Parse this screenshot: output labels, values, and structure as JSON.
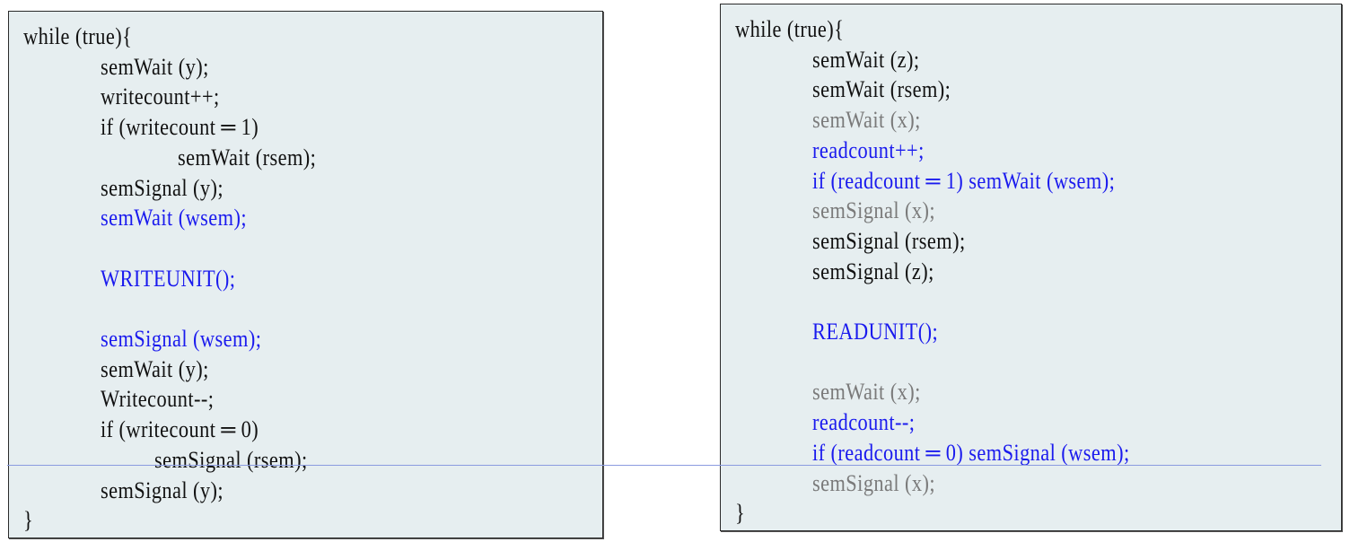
{
  "colors": {
    "box_background": "#e6eef0",
    "border": "#2a2a2a",
    "default_text": "#111111",
    "highlight_blue": "#1a1aee",
    "muted_gray": "#7a7a7a",
    "overlay_line": "#8a9be0"
  },
  "writer": {
    "title": "writer-process",
    "lines": [
      {
        "text": "while (true){",
        "indent": 0,
        "color": "black"
      },
      {
        "text": "semWait (y);",
        "indent": 1,
        "color": "black"
      },
      {
        "text": "writecount++;",
        "indent": 1,
        "color": "black"
      },
      {
        "text": "if (writecount == 1)",
        "indent": 1,
        "color": "black"
      },
      {
        "text": "semWait (rsem);",
        "indent": 2,
        "color": "black"
      },
      {
        "text": "semSignal (y);",
        "indent": 1,
        "color": "black"
      },
      {
        "text": "semWait (wsem);",
        "indent": 1,
        "color": "blue"
      },
      {
        "text": "",
        "indent": 0,
        "color": "black"
      },
      {
        "text": "WRITEUNIT();",
        "indent": 1,
        "color": "blue"
      },
      {
        "text": "",
        "indent": 0,
        "color": "black"
      },
      {
        "text": "semSignal (wsem);",
        "indent": 1,
        "color": "blue"
      },
      {
        "text": "semWait (y);",
        "indent": 1,
        "color": "black"
      },
      {
        "text": "Writecount--;",
        "indent": 1,
        "color": "black"
      },
      {
        "text": "if (writecount == 0)",
        "indent": 1,
        "color": "black"
      },
      {
        "text": "semSignal (rsem);",
        "indent": 1.7,
        "color": "black"
      },
      {
        "text": "semSignal (y);",
        "indent": 1,
        "color": "black"
      },
      {
        "text": "}",
        "indent": 0,
        "color": "black"
      }
    ]
  },
  "reader": {
    "title": "reader-process",
    "lines": [
      {
        "text": "while (true){",
        "indent": 0,
        "color": "black"
      },
      {
        "text": "semWait (z);",
        "indent": 1,
        "color": "black"
      },
      {
        "text": "semWait (rsem);",
        "indent": 1,
        "color": "black"
      },
      {
        "text": "semWait (x);",
        "indent": 1,
        "color": "gray"
      },
      {
        "text": "readcount++;",
        "indent": 1,
        "color": "blue"
      },
      {
        "text": "if (readcount == 1) semWait (wsem);",
        "indent": 1,
        "color": "blue"
      },
      {
        "text": "semSignal (x);",
        "indent": 1,
        "color": "gray"
      },
      {
        "text": "semSignal (rsem);",
        "indent": 1,
        "color": "black"
      },
      {
        "text": "semSignal (z);",
        "indent": 1,
        "color": "black"
      },
      {
        "text": "",
        "indent": 0,
        "color": "black"
      },
      {
        "text": "READUNIT();",
        "indent": 1,
        "color": "blue"
      },
      {
        "text": "",
        "indent": 0,
        "color": "black"
      },
      {
        "text": "semWait (x);",
        "indent": 1,
        "color": "gray"
      },
      {
        "text": "readcount--;",
        "indent": 1,
        "color": "blue"
      },
      {
        "text": "if (readcount == 0) semSignal (wsem);",
        "indent": 1,
        "color": "blue"
      },
      {
        "text": "semSignal (x);",
        "indent": 1,
        "color": "gray"
      },
      {
        "text": "}",
        "indent": 0,
        "color": "black"
      }
    ]
  }
}
